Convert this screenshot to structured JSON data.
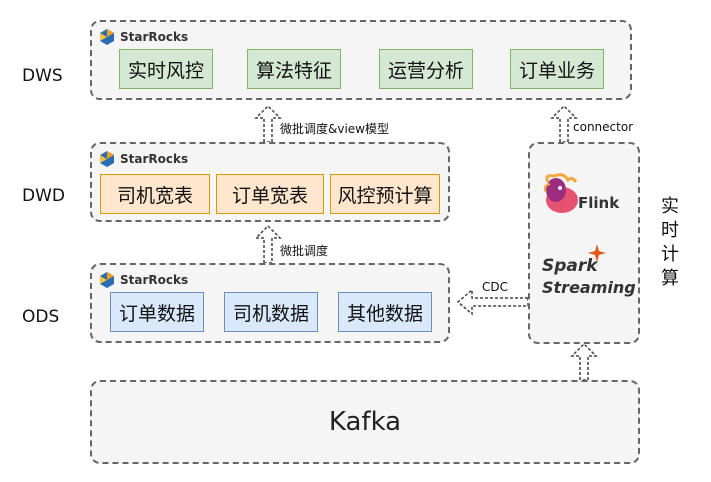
{
  "layers": {
    "dws": {
      "label": "DWS",
      "logo": "StarRocks",
      "boxes": [
        "实时风控",
        "算法特征",
        "运营分析",
        "订单业务"
      ]
    },
    "dwd": {
      "label": "DWD",
      "logo": "StarRocks",
      "boxes": [
        "司机宽表",
        "订单宽表",
        "风控预计算"
      ]
    },
    "ods": {
      "label": "ODS",
      "logo": "StarRocks",
      "boxes": [
        "订单数据",
        "司机数据",
        "其他数据"
      ]
    }
  },
  "arrows": {
    "dwd_to_dws": "微批调度&view模型",
    "ods_to_dwd": "微批调度",
    "engine_to_dws": "connector",
    "engine_to_ods": "CDC"
  },
  "engines": {
    "flink": "Flink",
    "spark_top": "Spark",
    "spark_bottom": "Streaming"
  },
  "realtime_label": [
    "实",
    "时",
    "计",
    "算"
  ],
  "kafka": "Kafka",
  "colors": {
    "green_fill": "#d5e8d4",
    "orange_fill": "#ffe6cc",
    "blue_fill": "#dae8fc",
    "layer_fill": "#f5f5f5",
    "spark_orange": "#e25a1c",
    "flink_purple": "#9c2d7e"
  },
  "icons": [
    "starrocks-logo-icon",
    "flink-squirrel-icon",
    "spark-star-icon"
  ]
}
